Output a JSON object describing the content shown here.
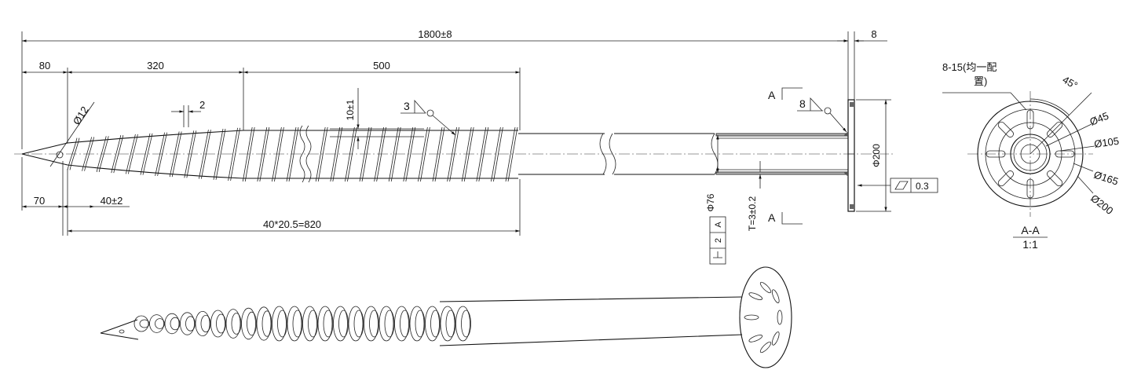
{
  "dimensions": {
    "overall_length": "1800±8",
    "flange_thickness": "8",
    "tip_length": "80",
    "thread_section_1": "320",
    "thread_section_2": "500",
    "tip_point_length": "70",
    "tip_to_thread": "40±2",
    "thread_span": "40*20.5=820",
    "hole_diameter": "Ø12",
    "blade_thickness": "2",
    "thread_height": "10±1",
    "pipe_diameter": "Φ76",
    "wall_thickness": "T=3±0.2",
    "flange_diameter": "Φ200"
  },
  "welds": {
    "thread_weld_size": "3",
    "flange_weld_size": "8"
  },
  "tolerances": {
    "perpendicularity_value": "2",
    "perpendicularity_datum": "A",
    "flatness_value": "0.3"
  },
  "section": {
    "marker_top": "A",
    "marker_bottom": "A",
    "title": "A-A",
    "scale": "1:1",
    "slot_note_line1": "8-15(均一配",
    "slot_note_line2": "置)",
    "angle": "45°",
    "d45": "Ø45",
    "d105": "Ø105",
    "d165": "Ø165",
    "d200": "Ø200"
  }
}
